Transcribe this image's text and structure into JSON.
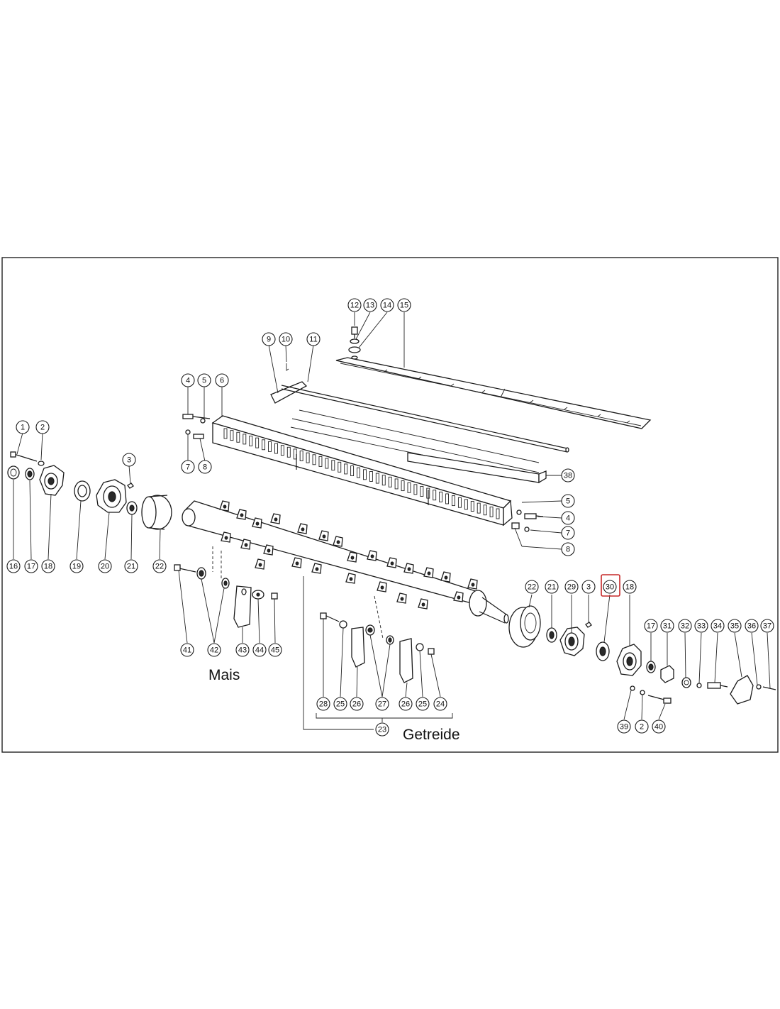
{
  "captions": {
    "mais": "Mais",
    "getreide": "Getreide"
  },
  "callouts": [
    {
      "id": "c12",
      "label": "12"
    },
    {
      "id": "c13",
      "label": "13"
    },
    {
      "id": "c14",
      "label": "14"
    },
    {
      "id": "c15",
      "label": "15"
    },
    {
      "id": "c9",
      "label": "9"
    },
    {
      "id": "c10",
      "label": "10"
    },
    {
      "id": "c11",
      "label": "11"
    },
    {
      "id": "c4a",
      "label": "4"
    },
    {
      "id": "c5a",
      "label": "5"
    },
    {
      "id": "c6",
      "label": "6"
    },
    {
      "id": "c7a",
      "label": "7"
    },
    {
      "id": "c8a",
      "label": "8"
    },
    {
      "id": "c1",
      "label": "1"
    },
    {
      "id": "c2a",
      "label": "2"
    },
    {
      "id": "c3a",
      "label": "3"
    },
    {
      "id": "c38",
      "label": "38"
    },
    {
      "id": "c5b",
      "label": "5"
    },
    {
      "id": "c4b",
      "label": "4"
    },
    {
      "id": "c7b",
      "label": "7"
    },
    {
      "id": "c8b",
      "label": "8"
    },
    {
      "id": "c16",
      "label": "16"
    },
    {
      "id": "c17a",
      "label": "17"
    },
    {
      "id": "c18a",
      "label": "18"
    },
    {
      "id": "c19",
      "label": "19"
    },
    {
      "id": "c20",
      "label": "20"
    },
    {
      "id": "c21a",
      "label": "21"
    },
    {
      "id": "c22a",
      "label": "22"
    },
    {
      "id": "c22b",
      "label": "22"
    },
    {
      "id": "c21b",
      "label": "21"
    },
    {
      "id": "c29",
      "label": "29"
    },
    {
      "id": "c3b",
      "label": "3"
    },
    {
      "id": "c30",
      "label": "30"
    },
    {
      "id": "c18b",
      "label": "18"
    },
    {
      "id": "c17b",
      "label": "17"
    },
    {
      "id": "c31",
      "label": "31"
    },
    {
      "id": "c32",
      "label": "32"
    },
    {
      "id": "c33",
      "label": "33"
    },
    {
      "id": "c34",
      "label": "34"
    },
    {
      "id": "c35",
      "label": "35"
    },
    {
      "id": "c36",
      "label": "36"
    },
    {
      "id": "c37",
      "label": "37"
    },
    {
      "id": "c41",
      "label": "41"
    },
    {
      "id": "c42",
      "label": "42"
    },
    {
      "id": "c43",
      "label": "43"
    },
    {
      "id": "c44",
      "label": "44"
    },
    {
      "id": "c45",
      "label": "45"
    },
    {
      "id": "c28",
      "label": "28"
    },
    {
      "id": "c25a",
      "label": "25"
    },
    {
      "id": "c26a",
      "label": "26"
    },
    {
      "id": "c27",
      "label": "27"
    },
    {
      "id": "c26b",
      "label": "26"
    },
    {
      "id": "c25b",
      "label": "25"
    },
    {
      "id": "c24",
      "label": "24"
    },
    {
      "id": "c23",
      "label": "23"
    },
    {
      "id": "c39",
      "label": "39"
    },
    {
      "id": "c2b",
      "label": "2"
    },
    {
      "id": "c40",
      "label": "40"
    }
  ],
  "highlighted": "30",
  "colors": {
    "line": "#1a1a1a",
    "highlight": "#c62828",
    "background": "#ffffff"
  }
}
